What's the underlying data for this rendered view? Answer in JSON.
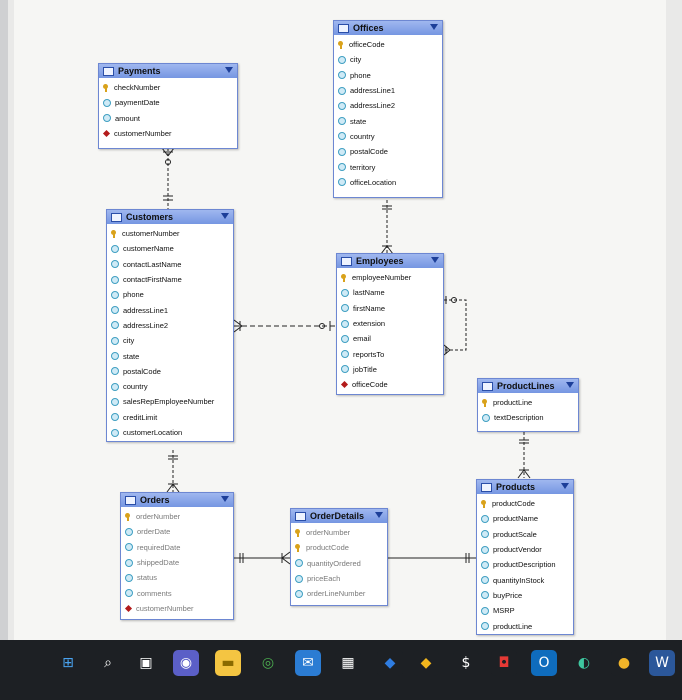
{
  "entities": {
    "offices": {
      "title": "Offices",
      "fields": [
        {
          "name": "officeCode",
          "type": "key"
        },
        {
          "name": "city",
          "type": "col"
        },
        {
          "name": "phone",
          "type": "col"
        },
        {
          "name": "addressLine1",
          "type": "col"
        },
        {
          "name": "addressLine2",
          "type": "col"
        },
        {
          "name": "state",
          "type": "col"
        },
        {
          "name": "country",
          "type": "col"
        },
        {
          "name": "postalCode",
          "type": "col"
        },
        {
          "name": "territory",
          "type": "col"
        },
        {
          "name": "officeLocation",
          "type": "col"
        }
      ]
    },
    "payments": {
      "title": "Payments",
      "fields": [
        {
          "name": "checkNumber",
          "type": "key"
        },
        {
          "name": "paymentDate",
          "type": "col"
        },
        {
          "name": "amount",
          "type": "col"
        },
        {
          "name": "customerNumber",
          "type": "fk"
        }
      ]
    },
    "customers": {
      "title": "Customers",
      "fields": [
        {
          "name": "customerNumber",
          "type": "key"
        },
        {
          "name": "customerName",
          "type": "col"
        },
        {
          "name": "contactLastName",
          "type": "col"
        },
        {
          "name": "contactFirstName",
          "type": "col"
        },
        {
          "name": "phone",
          "type": "col"
        },
        {
          "name": "addressLine1",
          "type": "col"
        },
        {
          "name": "addressLine2",
          "type": "col"
        },
        {
          "name": "city",
          "type": "col"
        },
        {
          "name": "state",
          "type": "col"
        },
        {
          "name": "postalCode",
          "type": "col"
        },
        {
          "name": "country",
          "type": "col"
        },
        {
          "name": "salesRepEmployeeNumber",
          "type": "col"
        },
        {
          "name": "creditLimit",
          "type": "col"
        },
        {
          "name": "customerLocation",
          "type": "col"
        }
      ]
    },
    "employees": {
      "title": "Employees",
      "fields": [
        {
          "name": "employeeNumber",
          "type": "key"
        },
        {
          "name": "lastName",
          "type": "col"
        },
        {
          "name": "firstName",
          "type": "col"
        },
        {
          "name": "extension",
          "type": "col"
        },
        {
          "name": "email",
          "type": "col"
        },
        {
          "name": "reportsTo",
          "type": "col"
        },
        {
          "name": "jobTitle",
          "type": "col"
        },
        {
          "name": "officeCode",
          "type": "fk"
        }
      ]
    },
    "productlines": {
      "title": "ProductLines",
      "fields": [
        {
          "name": "productLine",
          "type": "key"
        },
        {
          "name": "textDescription",
          "type": "col"
        }
      ]
    },
    "products": {
      "title": "Products",
      "fields": [
        {
          "name": "productCode",
          "type": "key"
        },
        {
          "name": "productName",
          "type": "col"
        },
        {
          "name": "productScale",
          "type": "col"
        },
        {
          "name": "productVendor",
          "type": "col"
        },
        {
          "name": "productDescription",
          "type": "col"
        },
        {
          "name": "quantityInStock",
          "type": "col"
        },
        {
          "name": "buyPrice",
          "type": "col"
        },
        {
          "name": "MSRP",
          "type": "col"
        },
        {
          "name": "productLine",
          "type": "col"
        }
      ]
    },
    "orders": {
      "title": "Orders",
      "fields": [
        {
          "name": "orderNumber",
          "type": "key"
        },
        {
          "name": "orderDate",
          "type": "col"
        },
        {
          "name": "requiredDate",
          "type": "col"
        },
        {
          "name": "shippedDate",
          "type": "col"
        },
        {
          "name": "status",
          "type": "col"
        },
        {
          "name": "comments",
          "type": "col"
        },
        {
          "name": "customerNumber",
          "type": "fk"
        }
      ]
    },
    "orderdetails": {
      "title": "OrderDetails",
      "fields": [
        {
          "name": "orderNumber",
          "type": "key"
        },
        {
          "name": "productCode",
          "type": "key"
        },
        {
          "name": "quantityOrdered",
          "type": "col"
        },
        {
          "name": "priceEach",
          "type": "col"
        },
        {
          "name": "orderLineNumber",
          "type": "col"
        }
      ]
    }
  },
  "taskbar": {
    "icons": [
      {
        "name": "windows-start-icon",
        "glyph": "⊞",
        "bg": "#1d2024",
        "fg": "#4aa3f0"
      },
      {
        "name": "search-icon",
        "glyph": "⌕",
        "bg": "#1d2024",
        "fg": "#ffffff"
      },
      {
        "name": "task-view-icon",
        "glyph": "▣",
        "bg": "#1d2024",
        "fg": "#ffffff"
      },
      {
        "name": "video-call-icon",
        "glyph": "◉",
        "bg": "#5b5fc7",
        "fg": "#ffffff"
      },
      {
        "name": "file-explorer-icon",
        "glyph": "▬",
        "bg": "#f4c542",
        "fg": "#8a6a00"
      },
      {
        "name": "chrome-icon",
        "glyph": "◎",
        "bg": "#1d2024",
        "fg": "#4caf50"
      },
      {
        "name": "mail-icon",
        "glyph": "✉",
        "bg": "#2b7cd3",
        "fg": "#ffffff"
      },
      {
        "name": "store-icon",
        "glyph": "▦",
        "bg": "#1d2024",
        "fg": "#ffffff"
      },
      {
        "name": "dropbox-icon",
        "glyph": "◆",
        "bg": "#1d2024",
        "fg": "#2f7de1"
      },
      {
        "name": "vpn-icon",
        "glyph": "◆",
        "bg": "#1d2024",
        "fg": "#f2b61d"
      },
      {
        "name": "dollar-app-icon",
        "glyph": "$",
        "bg": "#1d2024",
        "fg": "#ffffff"
      },
      {
        "name": "security-icon",
        "glyph": "◘",
        "bg": "#1d2024",
        "fg": "#e53935"
      },
      {
        "name": "outlook-icon",
        "glyph": "O",
        "bg": "#0f6cbd",
        "fg": "#ffffff"
      },
      {
        "name": "edge-icon",
        "glyph": "◐",
        "bg": "#1d2024",
        "fg": "#3ec7a0"
      },
      {
        "name": "media-icon",
        "glyph": "●",
        "bg": "#1d2024",
        "fg": "#f0b429"
      },
      {
        "name": "word-icon",
        "glyph": "W",
        "bg": "#2b579a",
        "fg": "#ffffff"
      }
    ]
  }
}
